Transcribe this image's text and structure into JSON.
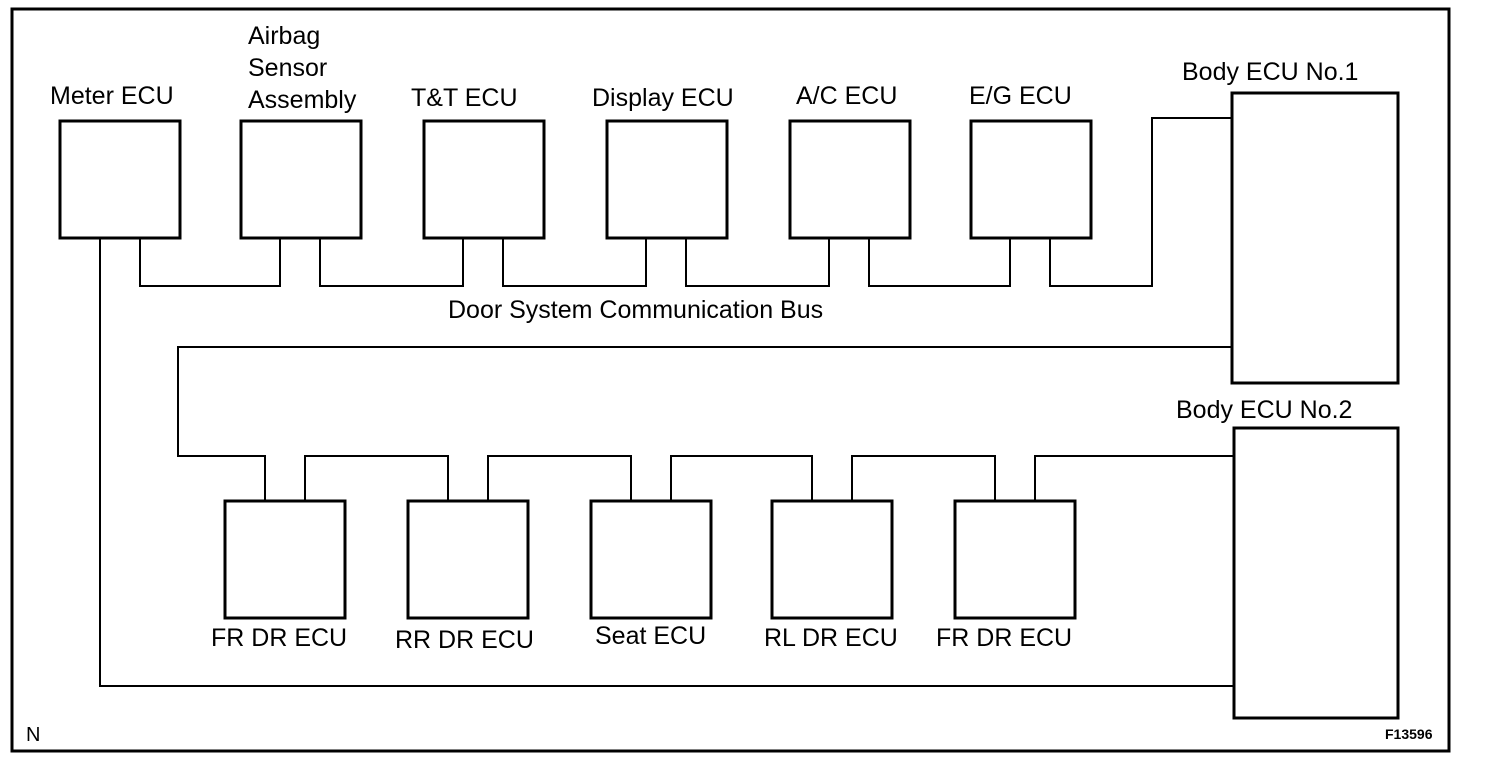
{
  "top_row": [
    {
      "id": "meter",
      "label_lines": [
        "Meter ECU"
      ]
    },
    {
      "id": "airbag",
      "label_lines": [
        "Airbag",
        "Sensor",
        "Assembly"
      ]
    },
    {
      "id": "tt",
      "label_lines": [
        "T&T ECU"
      ]
    },
    {
      "id": "display",
      "label_lines": [
        "Display ECU"
      ]
    },
    {
      "id": "ac",
      "label_lines": [
        "A/C ECU"
      ]
    },
    {
      "id": "eg",
      "label_lines": [
        "E/G ECU"
      ]
    }
  ],
  "bottom_row": [
    {
      "id": "fr1",
      "label": "FR DR ECU"
    },
    {
      "id": "rr",
      "label": "RR DR ECU"
    },
    {
      "id": "seat",
      "label": "Seat ECU"
    },
    {
      "id": "rl",
      "label": "RL DR ECU"
    },
    {
      "id": "fr2",
      "label": "FR DR ECU"
    }
  ],
  "body_ecu_1": "Body ECU No.1",
  "body_ecu_2": "Body ECU No.2",
  "bus_label": "Door System Communication Bus",
  "corner_left": "N",
  "figure_code": "F13596"
}
